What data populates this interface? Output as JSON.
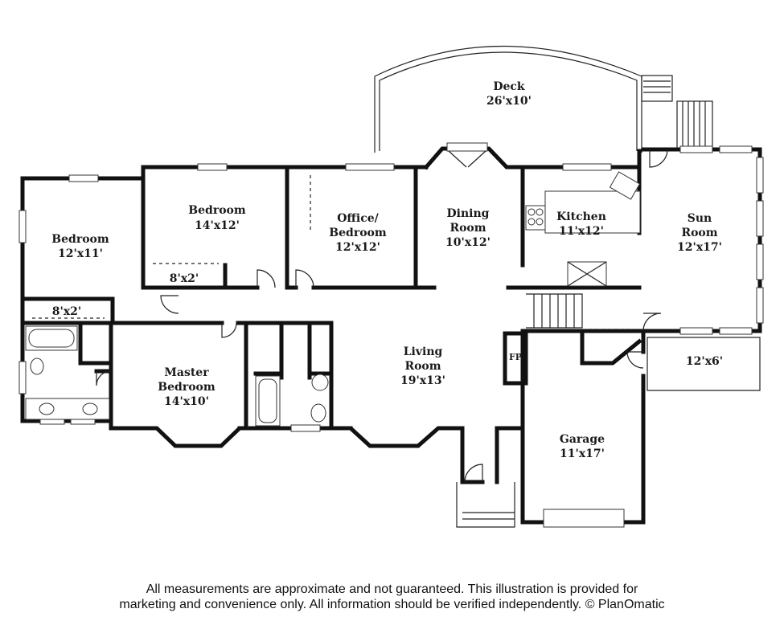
{
  "rooms": {
    "deck": {
      "name": "Deck",
      "size": "26'x10'"
    },
    "bedroom_west": {
      "name": "Bedroom",
      "size": "12'x11'"
    },
    "bedroom_north": {
      "name": "Bedroom",
      "size": "14'x12'"
    },
    "office": {
      "name_line1": "Office/",
      "name_line2": "Bedroom",
      "size": "12'x12'"
    },
    "dining": {
      "name_line1": "Dining",
      "name_line2": "Room",
      "size": "10'x12'"
    },
    "kitchen": {
      "name": "Kitchen",
      "size": "11'x12'"
    },
    "sun_room": {
      "name_line1": "Sun",
      "name_line2": "Room",
      "size": "12'x17'"
    },
    "living": {
      "name_line1": "Living",
      "name_line2": "Room",
      "size": "19'x13'"
    },
    "master": {
      "name_line1": "Master",
      "name_line2": "Bedroom",
      "size": "14'x10'"
    },
    "garage": {
      "name": "Garage",
      "size": "11'x17'"
    },
    "porch": {
      "size": "12'x6'"
    },
    "closet_north": {
      "size": "8'x2'"
    },
    "closet_west": {
      "size": "8'x2'"
    },
    "fireplace": {
      "label": "FP"
    }
  },
  "footer": {
    "line1": "All measurements are approximate and not guaranteed. This illustration is provided for",
    "line2": "marketing and convenience only. All information should be verified independently. © PlanOmatic"
  }
}
